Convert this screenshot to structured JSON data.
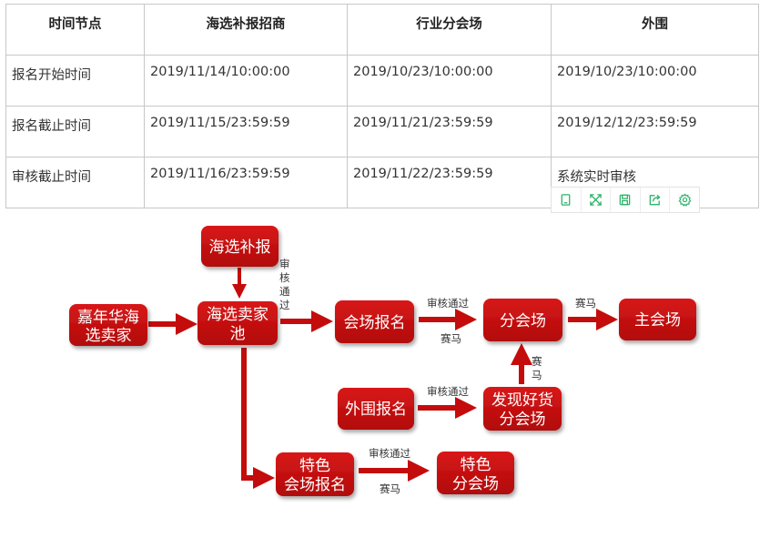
{
  "table": {
    "headers": [
      "时间节点",
      "海选补报招商",
      "行业分会场",
      "外围"
    ],
    "rows": [
      [
        "报名开始时间",
        "2019/11/14/10:00:00",
        "2019/10/23/10:00:00",
        "2019/10/23/10:00:00"
      ],
      [
        "报名截止时间",
        "2019/11/15/23:59:59",
        "2019/11/21/23:59:59",
        "2019/12/12/23:59:59"
      ],
      [
        "审核截止时间",
        "2019/11/16/23:59:59",
        "2019/11/22/23:59:59",
        "系统实时审核"
      ]
    ]
  },
  "toolbar": {
    "icons": [
      "copy-icon",
      "expand-icon",
      "save-icon",
      "share-icon",
      "settings-icon"
    ],
    "color": "#2fb36b"
  },
  "diagram": {
    "node_color": "#c40c0c",
    "nodes": {
      "supplement": [
        "海选补报"
      ],
      "jianianhua": [
        "嘉年华海",
        "选卖家"
      ],
      "pool": [
        "海选卖家",
        "池"
      ],
      "venue_signup": [
        "会场报名"
      ],
      "sub_venue": [
        "分会场"
      ],
      "main_venue": [
        "主会场"
      ],
      "outer_signup": [
        "外围报名"
      ],
      "discover": [
        "发现好货",
        "分会场"
      ],
      "special_signup": [
        "特色",
        "会场报名"
      ],
      "special_venue": [
        "特色",
        "分会场"
      ]
    },
    "labels": {
      "review_vertical": [
        "审",
        "核",
        "通",
        "过"
      ],
      "review_pass": "审核通过",
      "race": "赛马",
      "race_vertical": [
        "赛",
        "马"
      ]
    }
  }
}
